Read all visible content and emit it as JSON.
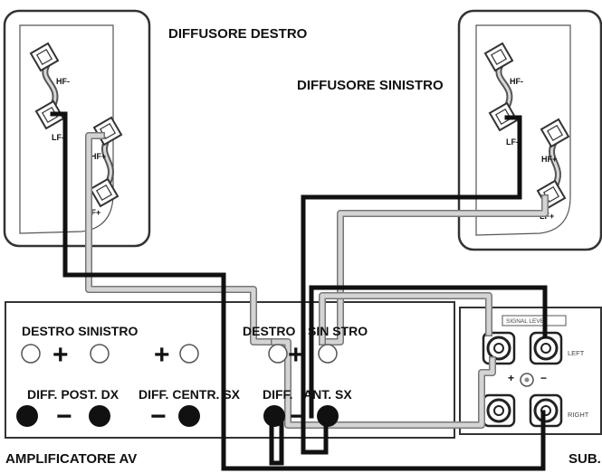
{
  "speakers": {
    "right": {
      "title": "DIFFUSORE DESTRO",
      "terminals": {
        "hf_minus": "HF-",
        "lf_minus": "LF-",
        "hf_plus": "HF+",
        "lf_plus": "LF+"
      }
    },
    "left": {
      "title": "DIFFUSORE SINISTRO",
      "terminals": {
        "hf_minus": "HF-",
        "lf_minus": "LF-",
        "hf_plus": "HF+",
        "lf_plus": "LF+"
      }
    }
  },
  "amplifier": {
    "title": "AMPLIFICATORE AV",
    "groups": {
      "rear": {
        "top_label": "DESTRO SINISTRO",
        "bottom_label": "DIFF. POST. DX"
      },
      "center": {
        "bottom_label": "DIFF. CENTR. SX"
      },
      "front": {
        "top_label_a": "DESTRO",
        "top_label_b": "SIN STRO",
        "bottom_label_a": "DIFF.",
        "bottom_label_b": "ANT. SX"
      }
    },
    "signs": {
      "plus": "+",
      "minus": "−"
    }
  },
  "subwoofer": {
    "title": "SUB.",
    "header": "SIGNAL LEVEL",
    "jack_left": "LEFT",
    "jack_right": "RIGHT",
    "plus": "+",
    "minus": "−"
  },
  "colors": {
    "negative_wire": "#111111",
    "positive_wire": "#bdbdbd",
    "outline": "#333333"
  }
}
